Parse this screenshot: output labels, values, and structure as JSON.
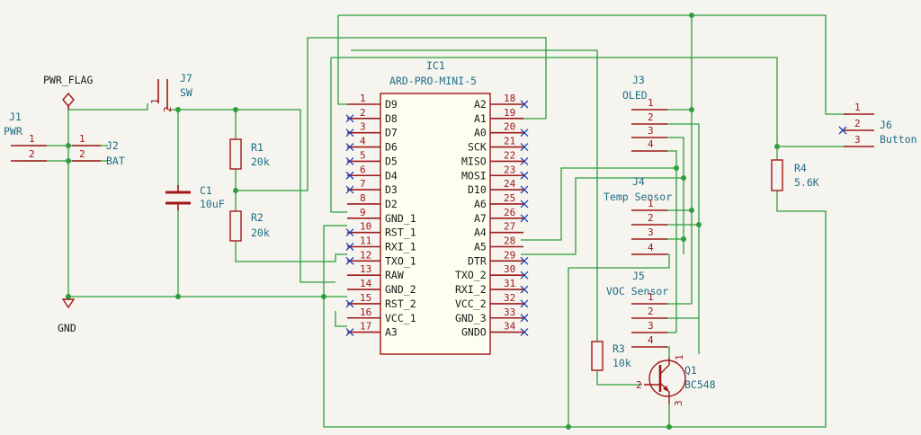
{
  "ic1": {
    "ref": "IC1",
    "value": "ARD-PRO-MINI-5",
    "left_pins": [
      {
        "num": "1",
        "name": "D9"
      },
      {
        "num": "2",
        "name": "D8"
      },
      {
        "num": "3",
        "name": "D7"
      },
      {
        "num": "4",
        "name": "D6"
      },
      {
        "num": "5",
        "name": "D5"
      },
      {
        "num": "6",
        "name": "D4"
      },
      {
        "num": "7",
        "name": "D3"
      },
      {
        "num": "8",
        "name": "D2"
      },
      {
        "num": "9",
        "name": "GND_1"
      },
      {
        "num": "10",
        "name": "RST_1"
      },
      {
        "num": "11",
        "name": "RXI_1"
      },
      {
        "num": "12",
        "name": "TXO_1"
      },
      {
        "num": "13",
        "name": "RAW"
      },
      {
        "num": "14",
        "name": "GND_2"
      },
      {
        "num": "15",
        "name": "RST_2"
      },
      {
        "num": "16",
        "name": "VCC_1"
      },
      {
        "num": "17",
        "name": "A3"
      }
    ],
    "right_pins": [
      {
        "num": "18",
        "name": "A2"
      },
      {
        "num": "19",
        "name": "A1"
      },
      {
        "num": "20",
        "name": "A0"
      },
      {
        "num": "21",
        "name": "SCK"
      },
      {
        "num": "22",
        "name": "MISO"
      },
      {
        "num": "23",
        "name": "MOSI"
      },
      {
        "num": "24",
        "name": "D10"
      },
      {
        "num": "25",
        "name": "A6"
      },
      {
        "num": "26",
        "name": "A7"
      },
      {
        "num": "27",
        "name": "A4"
      },
      {
        "num": "28",
        "name": "A5"
      },
      {
        "num": "29",
        "name": "DTR"
      },
      {
        "num": "30",
        "name": "TXO_2"
      },
      {
        "num": "31",
        "name": "RXI_2"
      },
      {
        "num": "32",
        "name": "VCC_2"
      },
      {
        "num": "33",
        "name": "GND_3"
      },
      {
        "num": "34",
        "name": "GNDO"
      }
    ]
  },
  "j1": {
    "ref": "J1",
    "value": "PWR",
    "pins": [
      "1",
      "2"
    ]
  },
  "j2": {
    "ref": "J2",
    "value": "BAT",
    "pins": [
      "1",
      "2"
    ]
  },
  "j7": {
    "ref": "J7",
    "value": "SW",
    "pins": [
      "1",
      "2"
    ]
  },
  "j3": {
    "ref": "J3",
    "value": "OLED",
    "pins": [
      "1",
      "2",
      "3",
      "4"
    ]
  },
  "j4": {
    "ref": "J4",
    "value": "Temp Sensor",
    "pins": [
      "1",
      "2",
      "3",
      "4"
    ]
  },
  "j5": {
    "ref": "J5",
    "value": "VOC Sensor",
    "pins": [
      "1",
      "2",
      "3",
      "4"
    ]
  },
  "j6": {
    "ref": "J6",
    "value": "Button",
    "pins": [
      "1",
      "2",
      "3"
    ]
  },
  "r1": {
    "ref": "R1",
    "value": "20k"
  },
  "r2": {
    "ref": "R2",
    "value": "20k"
  },
  "r3": {
    "ref": "R3",
    "value": "10k"
  },
  "r4": {
    "ref": "R4",
    "value": "5.6K"
  },
  "c1": {
    "ref": "C1",
    "value": "10uF"
  },
  "q1": {
    "ref": "Q1",
    "value": "BC548",
    "pins": [
      "1",
      "2",
      "3"
    ]
  },
  "pwr_flag": {
    "label": "PWR_FLAG"
  },
  "gnd": {
    "label": "GND"
  },
  "colors": {
    "wire": "#2e9e3a",
    "pin": "#a01818",
    "ref": "#1f6e86",
    "noconnect": "#2040b0",
    "background": "#f5f4ef"
  }
}
